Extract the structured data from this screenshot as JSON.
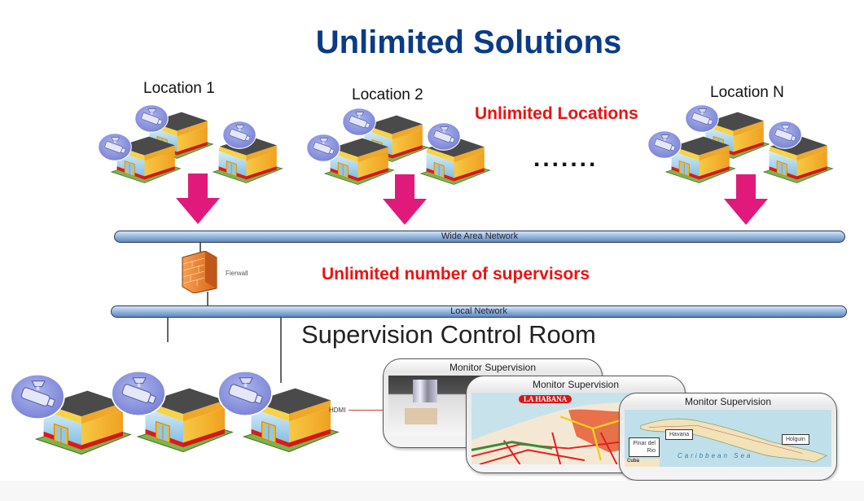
{
  "title": "Unlimited Solutions",
  "locations": [
    {
      "label": "Location 1"
    },
    {
      "label": "Location 2"
    },
    {
      "label": "Location N"
    }
  ],
  "ellipsis": ".......",
  "annotations": {
    "unlimited_locations": "Unlimited Locations",
    "unlimited_supervisors": "Unlimited number of supervisors"
  },
  "networks": {
    "wan": "Wide Area Network",
    "lan": "Local Network"
  },
  "firewall_label": "Fierwall",
  "control_room_title": "Supervision Control Room",
  "hdmi_label": "HDMI",
  "monitors": [
    {
      "title": "Monitor Supervision",
      "content": "floor-plan"
    },
    {
      "title": "Monitor Supervision",
      "content": "city-map",
      "map_label": "LA HABANA"
    },
    {
      "title": "Monitor Supervision",
      "content": "country-map",
      "map_label": "Caribbean Sea",
      "callouts": [
        "Pinar del Rio",
        "Havana",
        "Holguin"
      ],
      "legend": "Cuba"
    }
  ],
  "colors": {
    "title": "#0b3b86",
    "annotation": "#ee1111",
    "arrow": "#e0197a",
    "pipe": "#8fb2dc"
  }
}
